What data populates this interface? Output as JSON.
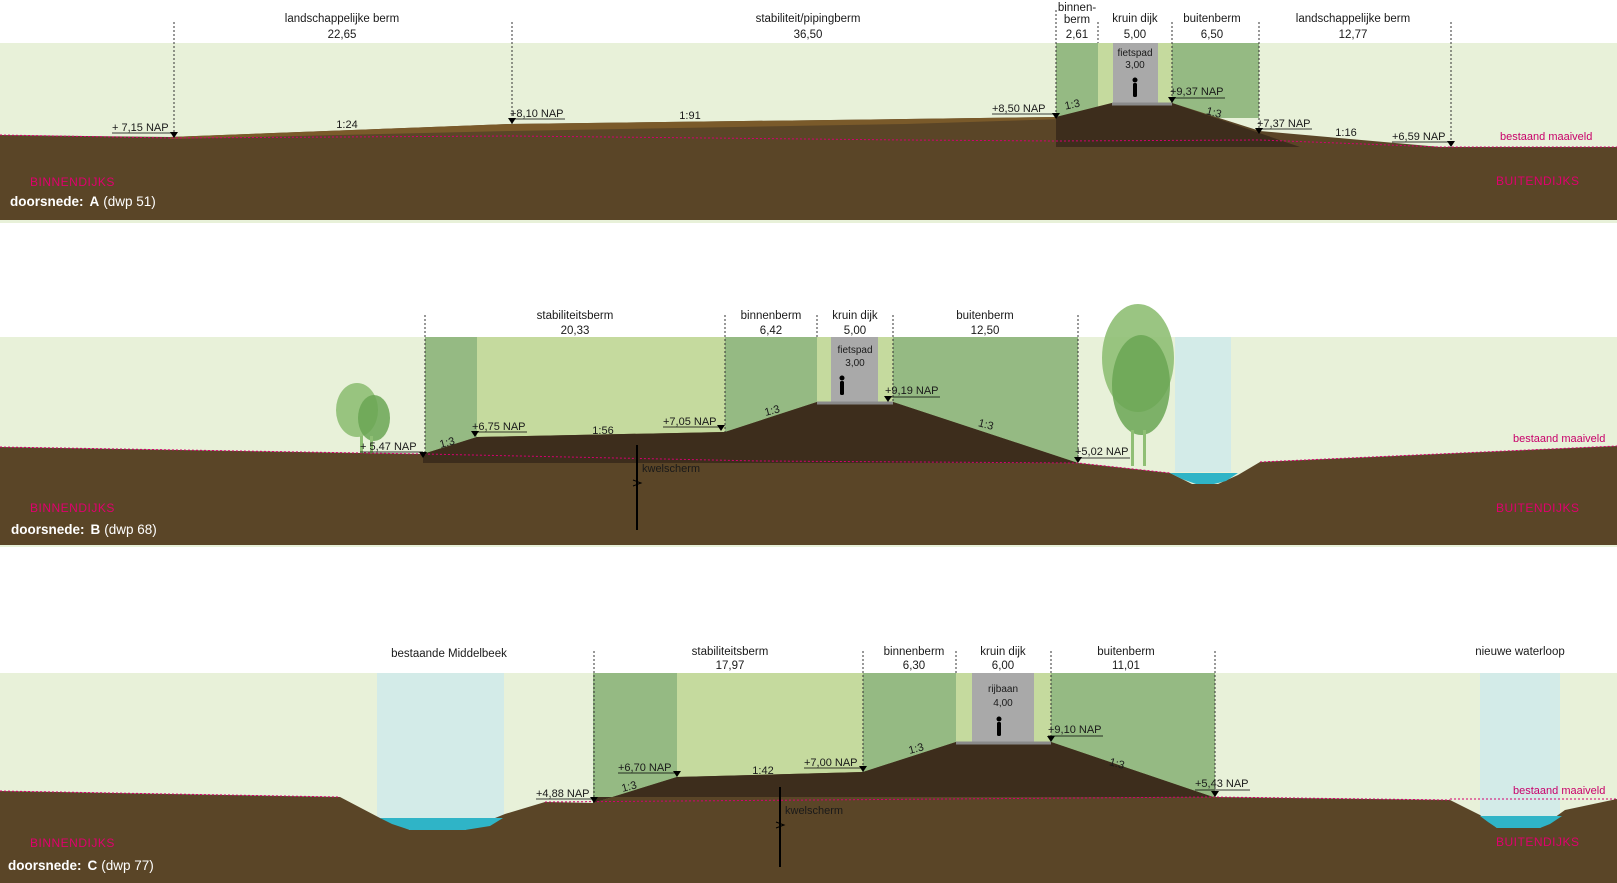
{
  "colors": {
    "sky": "#e8f1d9",
    "ground": "#5a4527",
    "dike_core": "#3d2d1c",
    "topsoil": "#7a5a2a",
    "berm_dark": "#95ba83",
    "berm_light": "#c5da9e",
    "road": "#a9a9a9",
    "water": "#2fb4c7",
    "water_box": "#d3ebe8",
    "tree_light": "#8fbf74",
    "tree_dark": "#6aa653",
    "accent_pink": "#e0006e",
    "maaiveld_line": "#d4006f"
  },
  "sections": [
    {
      "id": "A",
      "title_prefix": "doorsnede:",
      "title_letter": "A",
      "title_suffix": "(dwp 51)",
      "side_left": "BINNENDIJKS",
      "side_right": "BUITENDIJKS",
      "maaiveld": "bestaand maaiveld",
      "zones": [
        {
          "name": "landschappelijke berm",
          "width": "22,65"
        },
        {
          "name": "stabiliteit/pipingberm",
          "width": "36,50"
        },
        {
          "name": "binnen-\nberm",
          "name1": "binnen-",
          "name2": "berm",
          "width": "2,61"
        },
        {
          "name": "kruin dijk",
          "width": "5,00"
        },
        {
          "name": "buitenberm",
          "width": "6,50"
        },
        {
          "name": "landschappelijke berm",
          "width": "12,77"
        }
      ],
      "path_label": "fietspad",
      "path_width": "3,00",
      "levels": [
        "+ 7,15 NAP",
        "+8,10 NAP",
        "+8,50 NAP",
        "+9,37 NAP",
        "+7,37 NAP",
        "+6,59 NAP"
      ],
      "slopes": [
        "1:24",
        "1:91",
        "1:3",
        "1:3",
        "1:16"
      ]
    },
    {
      "id": "B",
      "title_prefix": "doorsnede:",
      "title_letter": "B",
      "title_suffix": "(dwp 68)",
      "side_left": "BINNENDIJKS",
      "side_right": "BUITENDIJKS",
      "maaiveld": "bestaand maaiveld",
      "zones": [
        {
          "name": "stabiliteitsberm",
          "width": "20,33"
        },
        {
          "name": "binnenberm",
          "width": "6,42"
        },
        {
          "name": "kruin dijk",
          "width": "5,00"
        },
        {
          "name": "buitenberm",
          "width": "12,50"
        }
      ],
      "path_label": "fietspad",
      "path_width": "3,00",
      "levels": [
        "+ 5,47 NAP",
        "+6,75 NAP",
        "+7,05 NAP",
        "+9,19 NAP",
        "+5,02 NAP"
      ],
      "slopes": [
        "1:3",
        "1:56",
        "1:3",
        "1:3"
      ],
      "screen": "kwelscherm"
    },
    {
      "id": "C",
      "title_prefix": "doorsnede:",
      "title_letter": "C",
      "title_suffix": "(dwp 77)",
      "side_left": "BINNENDIJKS",
      "side_right": "BUITENDIJKS",
      "maaiveld": "bestaand maaiveld",
      "water_left": "bestaande Middelbeek",
      "water_right": "nieuwe waterloop",
      "zones": [
        {
          "name": "stabiliteitsberm",
          "width": "17,97"
        },
        {
          "name": "binnenberm",
          "width": "6,30"
        },
        {
          "name": "kruin dijk",
          "width": "6,00"
        },
        {
          "name": "buitenberm",
          "width": "11,01"
        }
      ],
      "path_label": "rijbaan",
      "path_width": "4,00",
      "levels": [
        "+4,88 NAP",
        "+6,70 NAP",
        "+7,00 NAP",
        "+9,10 NAP",
        "+5,43 NAP"
      ],
      "slopes": [
        "1:3",
        "1:42",
        "1:3",
        "1:3"
      ],
      "screen": "kwelscherm"
    }
  ]
}
